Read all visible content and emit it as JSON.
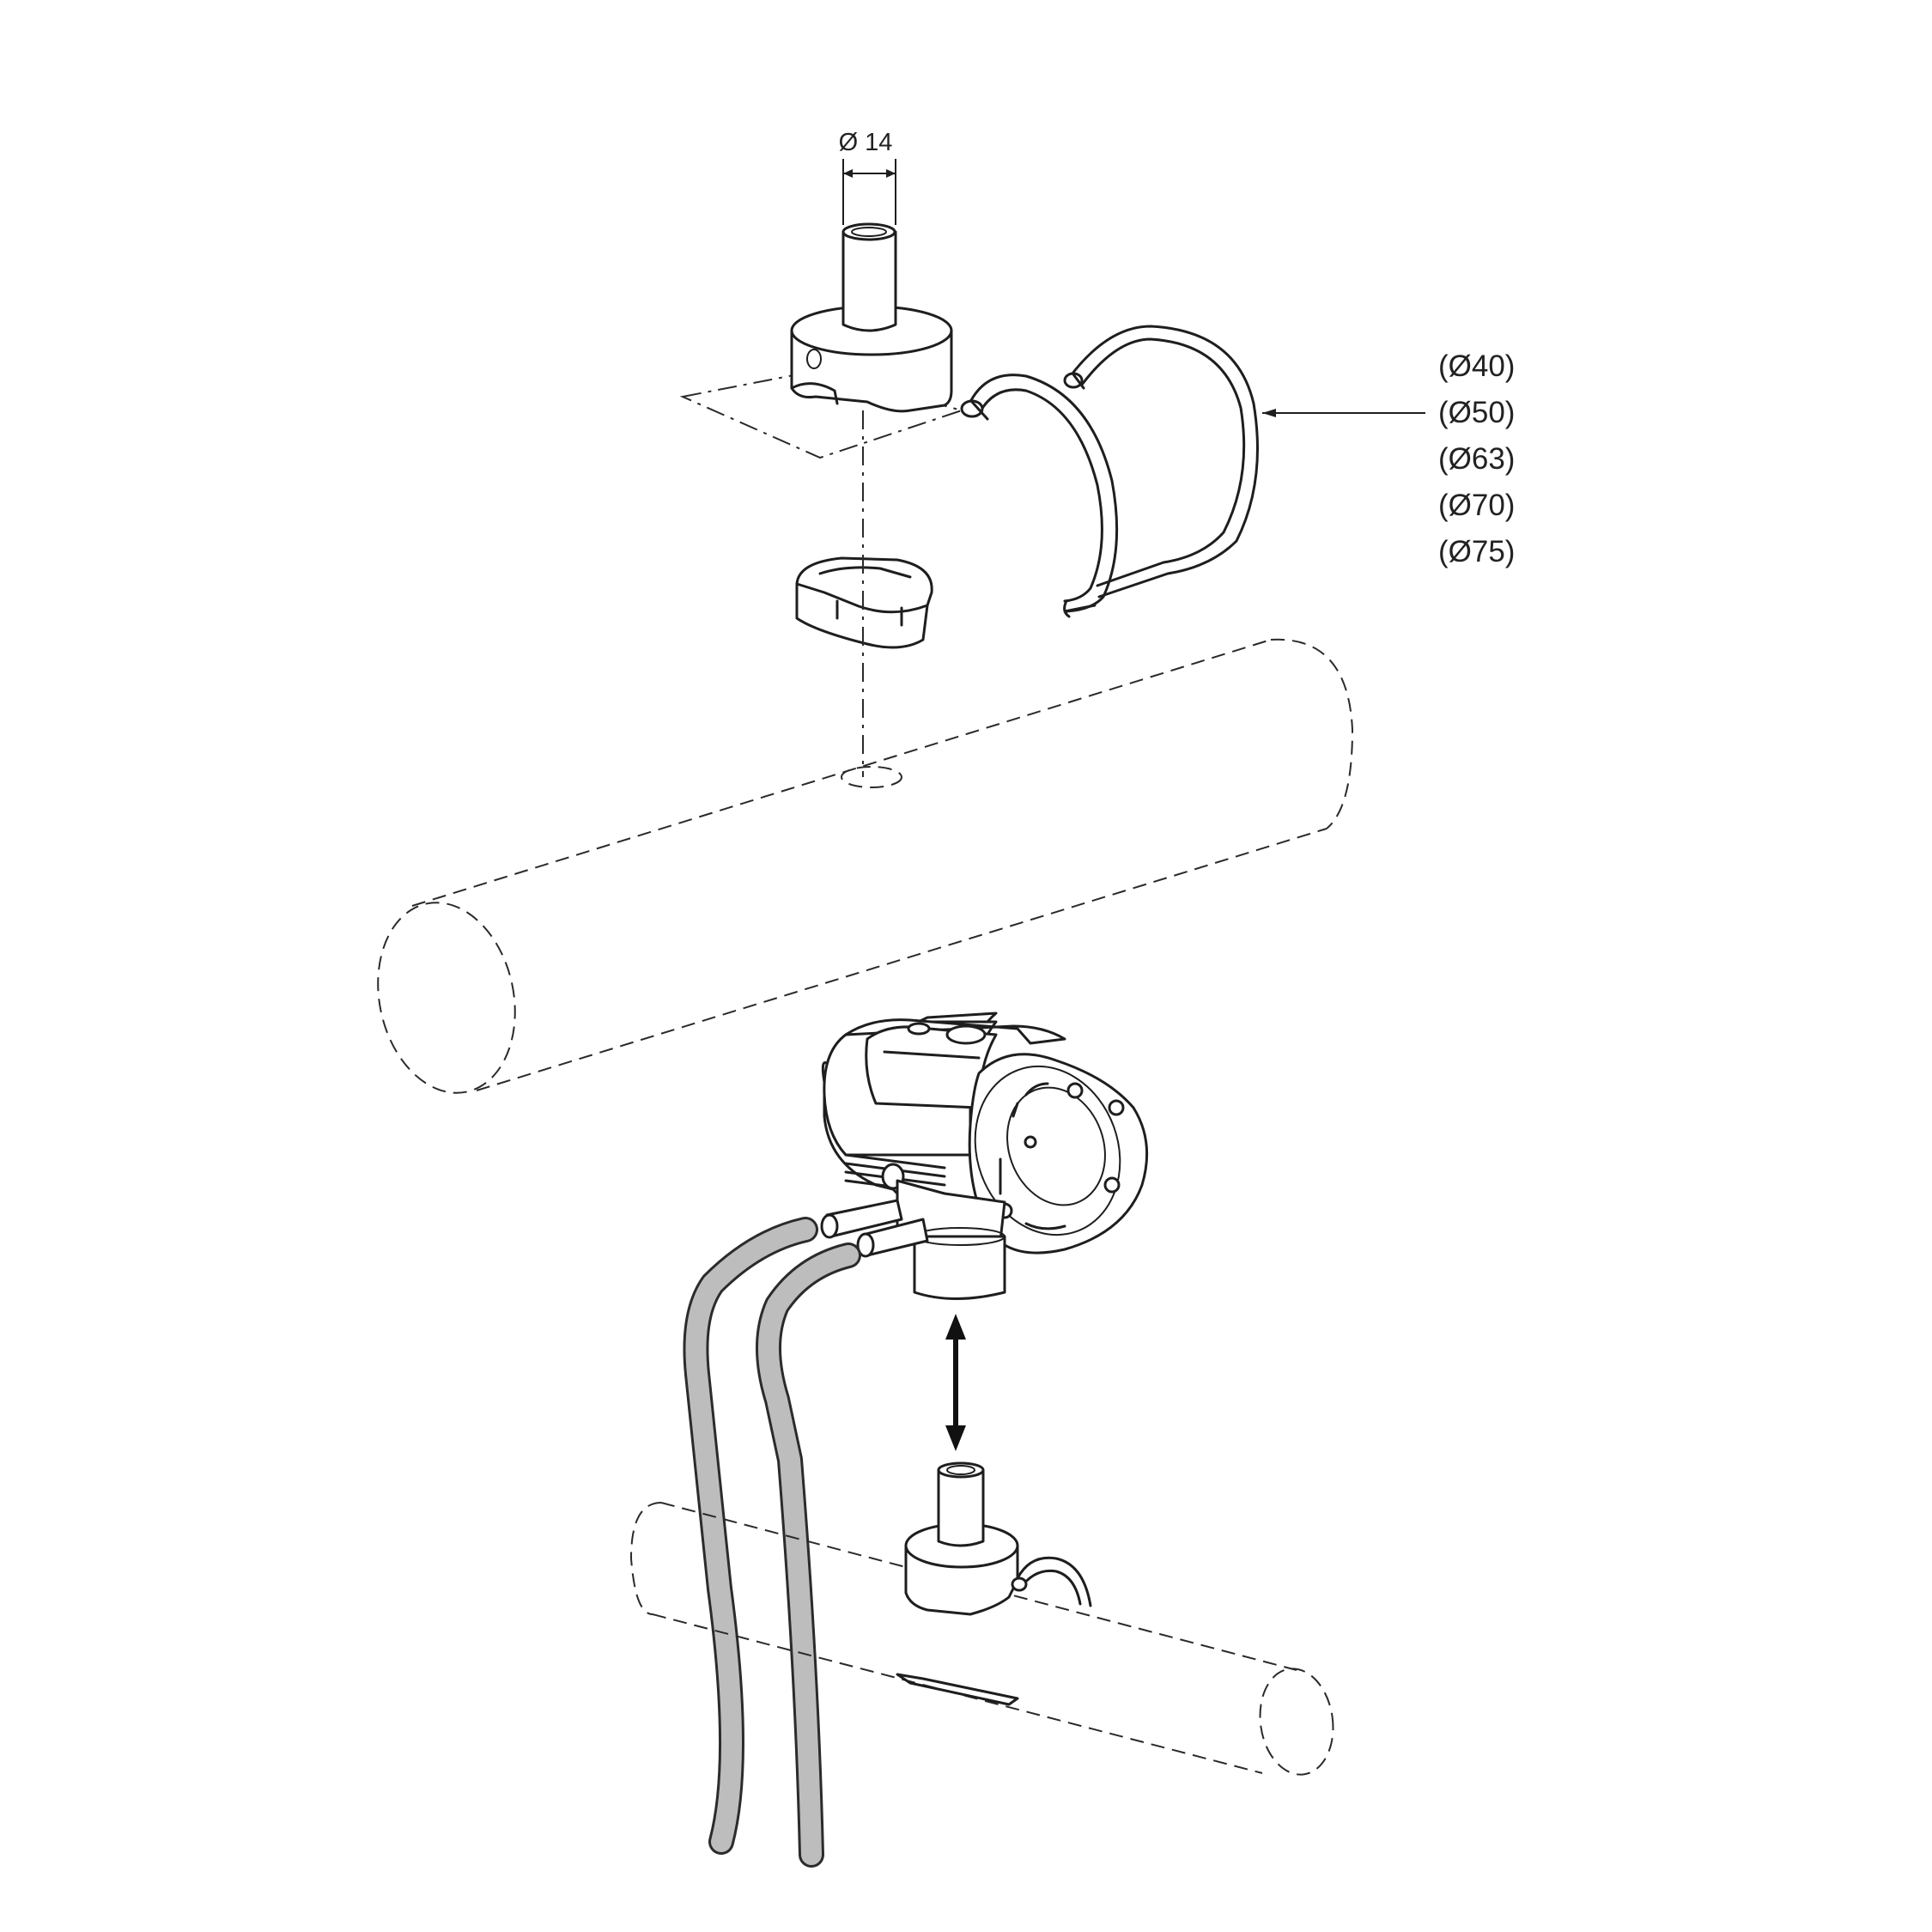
{
  "dimension_label": "Ø 14",
  "pipe_sizes": [
    "(Ø40)",
    "(Ø50)",
    "(Ø63)",
    "(Ø70)",
    "(Ø75)"
  ],
  "colors": {
    "line": "#1e1e1e",
    "hose": "#bdbdbd",
    "background": "#ffffff"
  },
  "icons": [
    "double-arrow-icon",
    "leader-arrow-icon"
  ]
}
